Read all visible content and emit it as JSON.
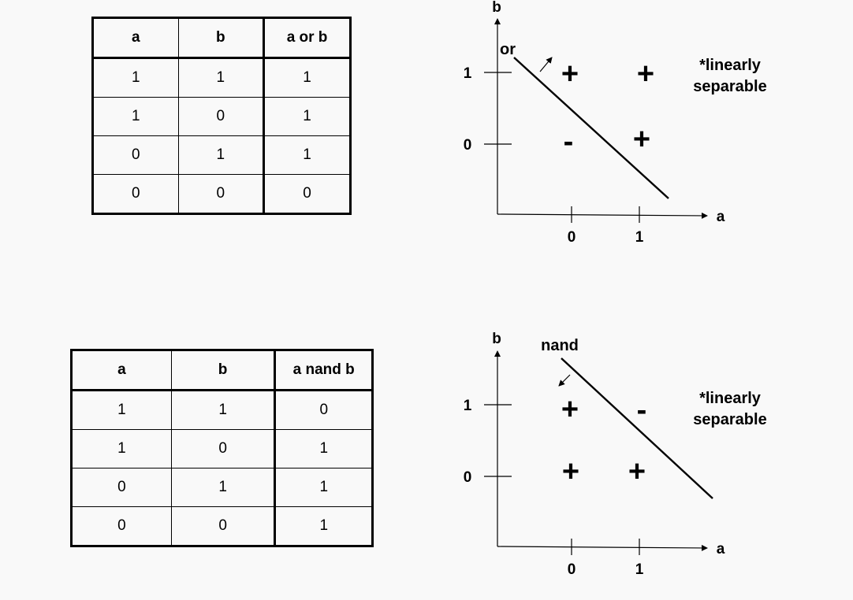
{
  "or_section": {
    "table": {
      "headers": [
        "a",
        "b",
        "a or b"
      ],
      "rows": [
        [
          "1",
          "1",
          "1"
        ],
        [
          "1",
          "0",
          "1"
        ],
        [
          "0",
          "1",
          "1"
        ],
        [
          "0",
          "0",
          "0"
        ]
      ]
    },
    "plot": {
      "y_axis_label": "b",
      "x_axis_label": "a",
      "y_ticks": [
        "1",
        "0"
      ],
      "x_ticks": [
        "0",
        "1"
      ],
      "line_label": "or",
      "marks": {
        "a0_b1": "+",
        "a1_b1": "+",
        "a0_b0": "-",
        "a1_b0": "+"
      },
      "note_line1": "*linearly",
      "note_line2": "separable"
    }
  },
  "nand_section": {
    "table": {
      "headers": [
        "a",
        "b",
        "a nand b"
      ],
      "rows": [
        [
          "1",
          "1",
          "0"
        ],
        [
          "1",
          "0",
          "1"
        ],
        [
          "0",
          "1",
          "1"
        ],
        [
          "0",
          "0",
          "1"
        ]
      ]
    },
    "plot": {
      "y_axis_label": "b",
      "x_axis_label": "a",
      "y_ticks": [
        "1",
        "0"
      ],
      "x_ticks": [
        "0",
        "1"
      ],
      "line_label": "nand",
      "marks": {
        "a0_b1": "+",
        "a1_b1": "-",
        "a0_b0": "+",
        "a1_b0": "+"
      },
      "note_line1": "*linearly",
      "note_line2": "separable"
    }
  }
}
